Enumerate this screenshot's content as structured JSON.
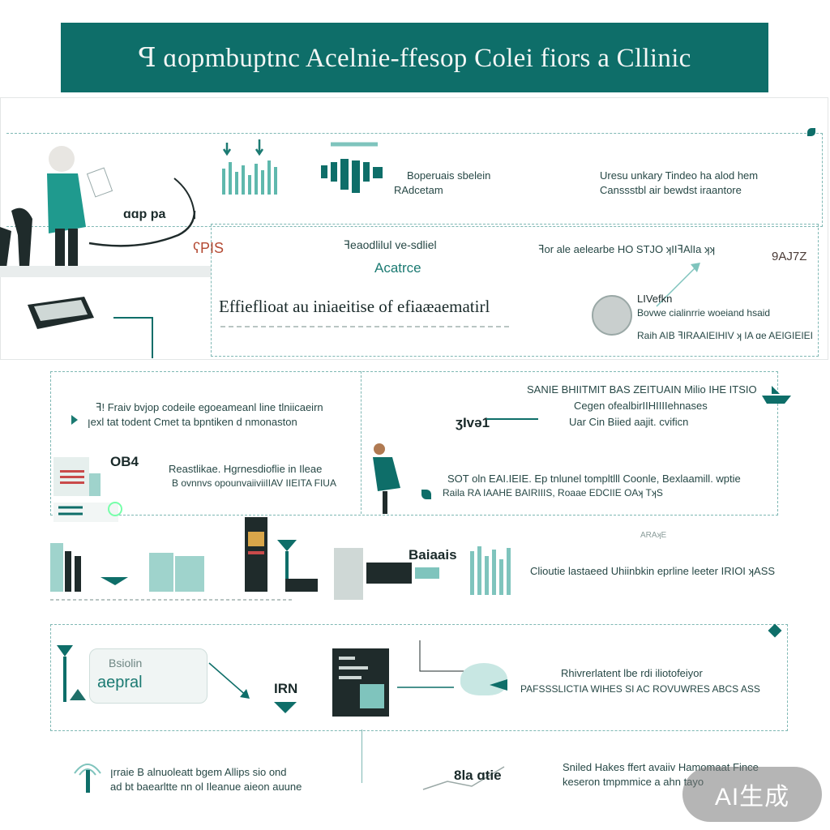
{
  "banner": {
    "title": "ꟼ ɑopmbuptnc Acelnie-ffesop Colei fiors a Cllinic"
  },
  "section_top": {
    "label_a1": "Boperuais sbelein",
    "label_a2": "RAdcetam",
    "label_b1": "Uresu unkary Tindeo ha alod hem",
    "label_b2": "Canssstbl air bewdst iraantore",
    "tag_mid": "ɑɑp pa",
    "tag_red": "ʕPIS",
    "heading1": "ꟻeaodlilul ve-sdliel",
    "heading2": "Acatrce",
    "label_c": "ꟻor ale aelearbe HO STJO ʞIIꟻAlIa ʞʞ",
    "side_tag": "9AJ7Z",
    "headline": "Effieflioat au iniaeitise of efiaæaematirl",
    "label_d1": "LIVefkn",
    "label_d2": "Bovwe cialinrrie woeiand hsaid",
    "label_d3": "Raih AIB ꟻIRAAIEIHIV ʞ IA ɑe AEIGIEIEI"
  },
  "section_mid": {
    "note_left1": "ꟻ! Fraiv bvjop codeile egoeameanl line tlniicaeirn",
    "note_left2": "ꞁexl tat todent Cmet ta bpntiken d nmonaston",
    "note_right1": "SANIE BHIITMIT BAS ZEITUAIN Milio IHE ITSIO",
    "note_right2": "Cegen ofealbirIIHIIIIehnases",
    "note_right3": "Uar Cin Biied aajit. cvificn",
    "code_right": "ʒIvə1",
    "num_left": "OB4",
    "label_e1": "Reastlikae. Hgrnesdioflie in Ileae",
    "label_e2": "B ovnnvs opounvaiiviiIIAV IIEITA FIUA",
    "label_f1": "SOT oln EAI.IEIE. Ep tnlunel tompltlll Coonle, Bexlaamill. wptie",
    "label_f2": "Raila RA IAAHE BAIRIIIS, Roaae EDCIIE OAʞ TʞS",
    "tag_bottom": "Baiaais",
    "label_g": "Clioutie lastaeed Uhiinbkin eprline leeter IRIOI ʞASS",
    "tag_small": "ARAʞE"
  },
  "section_low": {
    "card_top": "Bsiolin",
    "card_bottom": "aepral",
    "code": "IRN",
    "label_h1": "Rhivrerlatent lbe rdi iliotofeiyor",
    "label_h2": "PAFSSSLICTIA WIHES SI AC ROVUWRES ABCS ASS"
  },
  "footer": {
    "left1": "ꞁrraie B alnuoleatt bgem Allips sio ond",
    "left2": "ad bt baearltte nn ol Ileanue aieon auune",
    "center": "8la ɑtie",
    "right1": "Sniled Hakes ffert avaiiv Hamomaat Fince",
    "right2": "keseron tmpmmice a ahn tayo"
  },
  "watermark": "AI生成",
  "colors": {
    "teal": "#0e6e69",
    "light_teal": "#7fc4bd",
    "accent_red": "#b44a33",
    "dark": "#1f2b2b"
  }
}
